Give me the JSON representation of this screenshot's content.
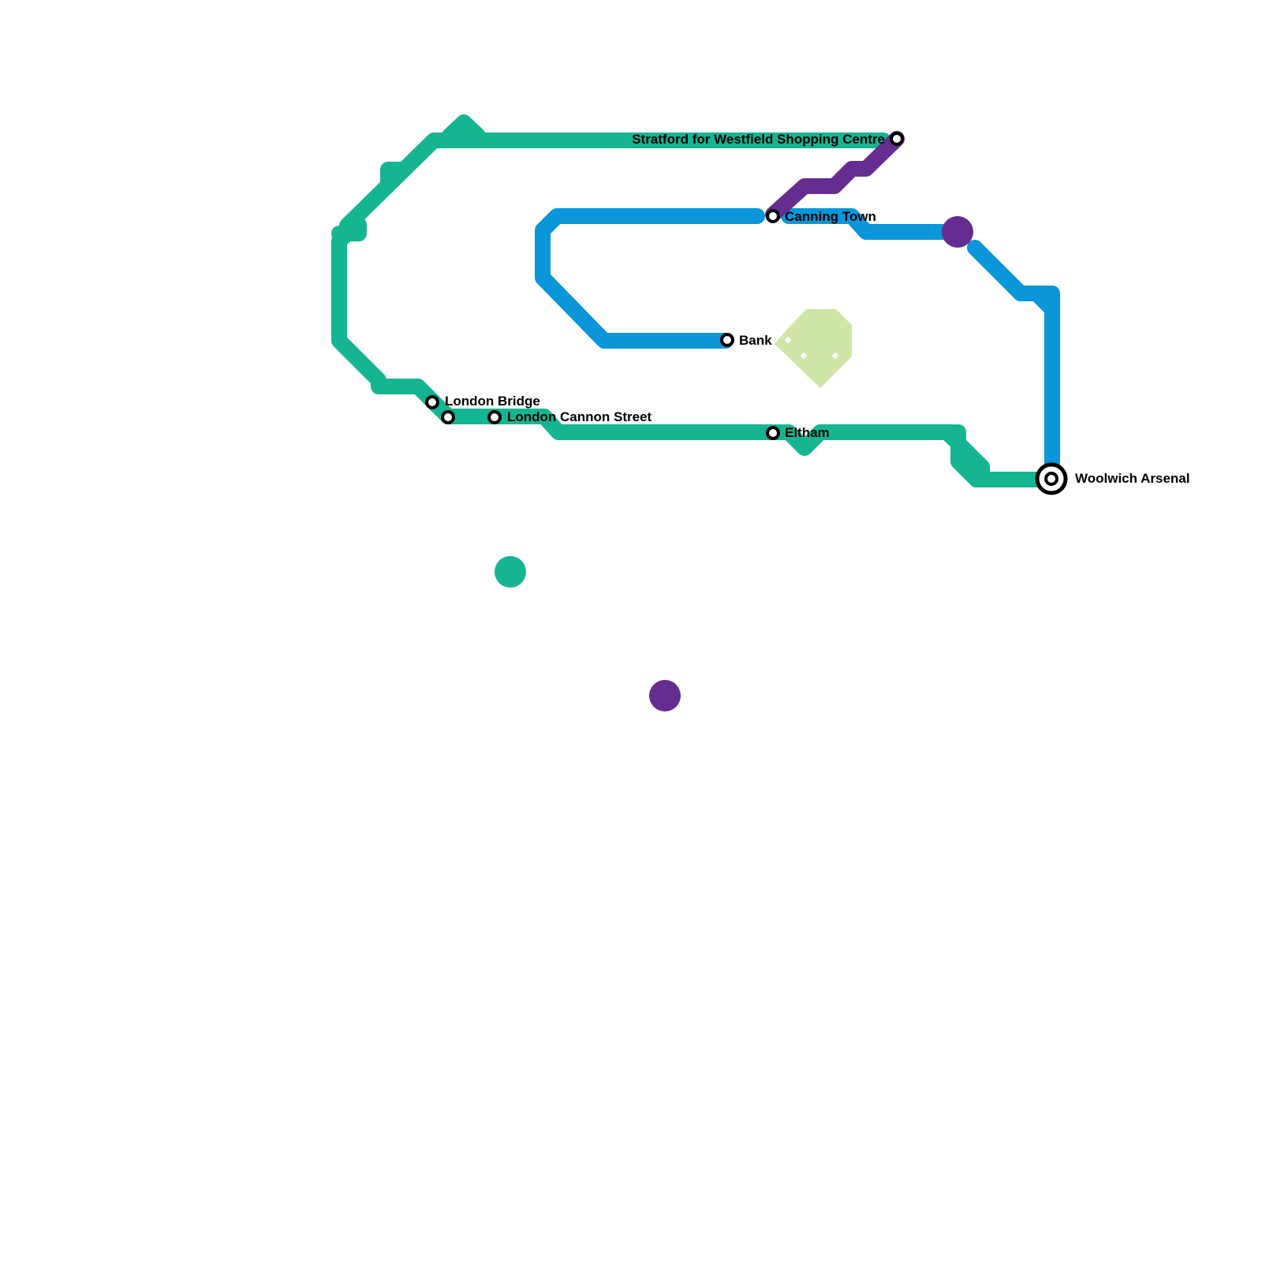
{
  "colors": {
    "green": "#15b592",
    "blue": "#0a96d8",
    "purple": "#662c90",
    "park": "#d0e6a9"
  },
  "stations": {
    "stratford": "Stratford for Westfield Shopping Centre",
    "canning_town": "Canning Town",
    "bank": "Bank",
    "london_bridge": "London Bridge",
    "london_cannon_street": "London Cannon Street",
    "eltham": "Eltham",
    "woolwich_arsenal": "Woolwich Arsenal"
  }
}
